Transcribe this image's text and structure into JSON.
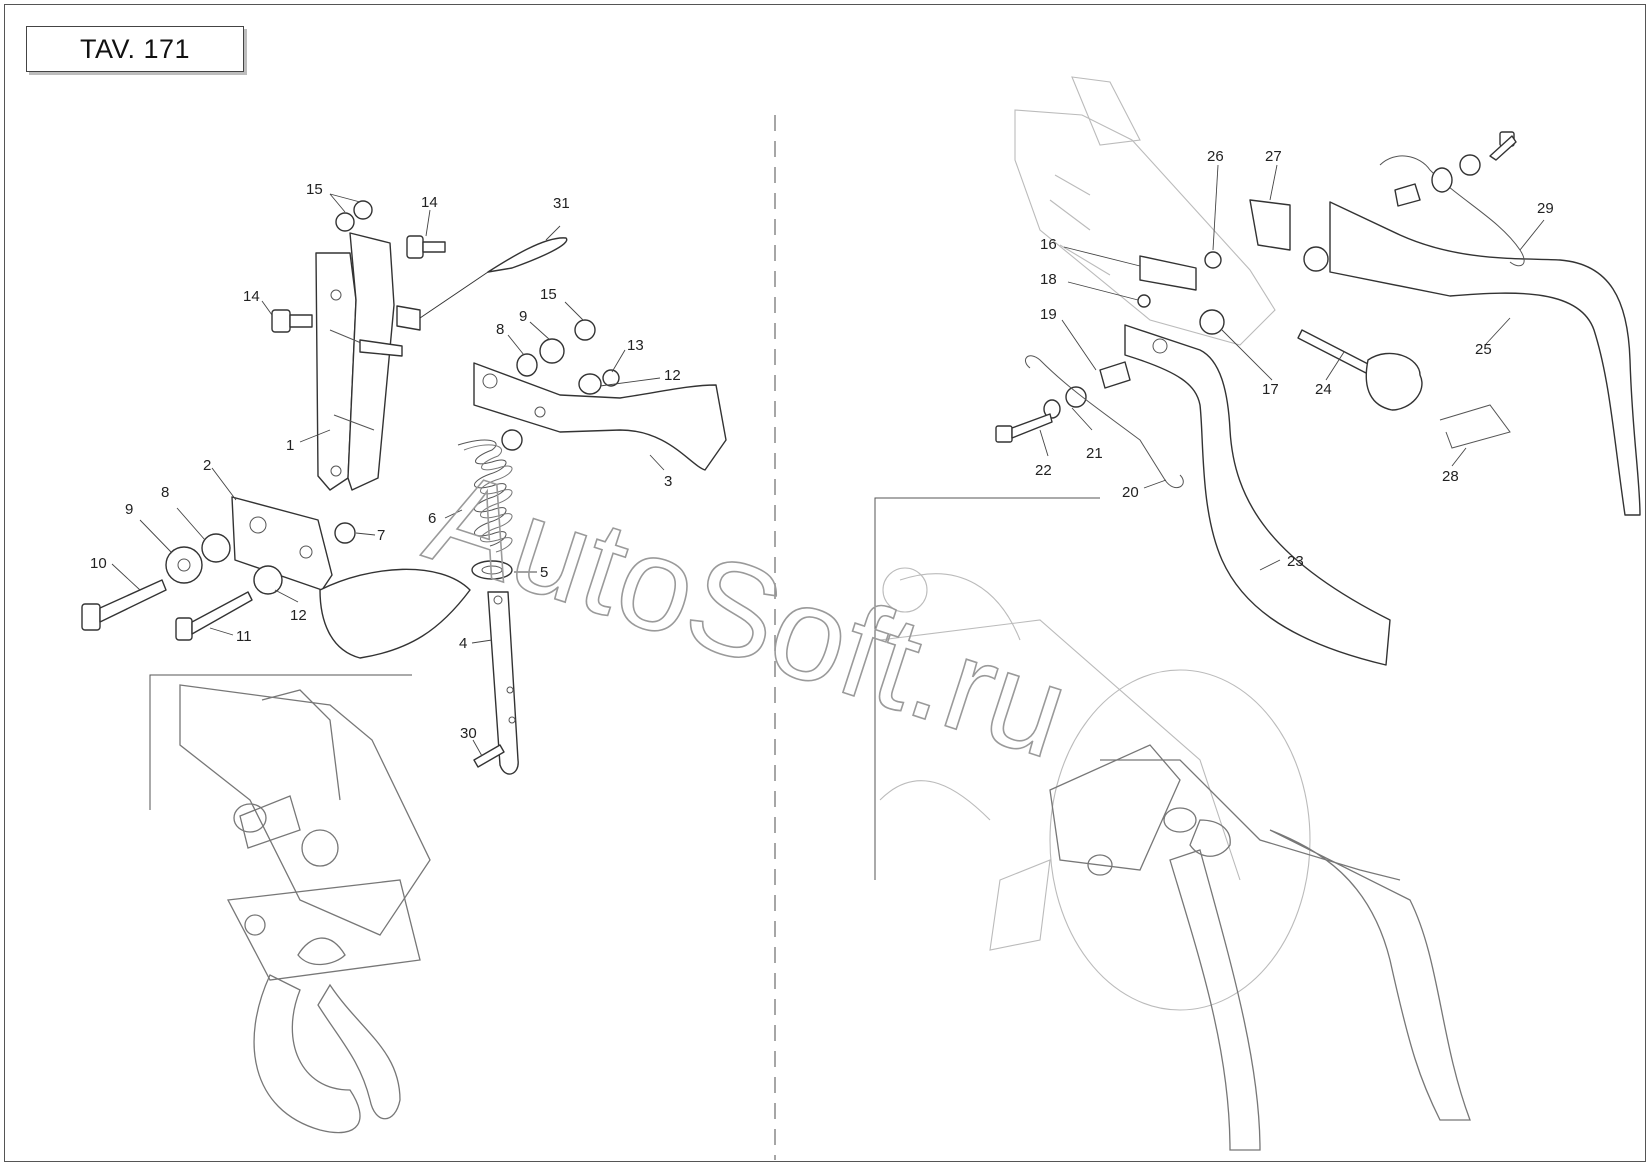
{
  "sheet_title": "TAV. 171",
  "watermark": "AutoSoft.ru",
  "part_labels": {
    "p1": "1",
    "p2": "2",
    "p3": "3",
    "p4": "4",
    "p5": "5",
    "p6": "6",
    "p7": "7",
    "p8": "8",
    "p9": "9",
    "p10": "10",
    "p11": "11",
    "p12": "12",
    "p13": "13",
    "p14": "14",
    "p15": "15",
    "p16": "16",
    "p17": "17",
    "p18": "18",
    "p19": "19",
    "p20": "20",
    "p21": "21",
    "p22": "22",
    "p23": "23",
    "p24": "24",
    "p25": "25",
    "p26": "26",
    "p27": "27",
    "p28": "28",
    "p29": "29",
    "p30": "30",
    "p31": "31"
  }
}
